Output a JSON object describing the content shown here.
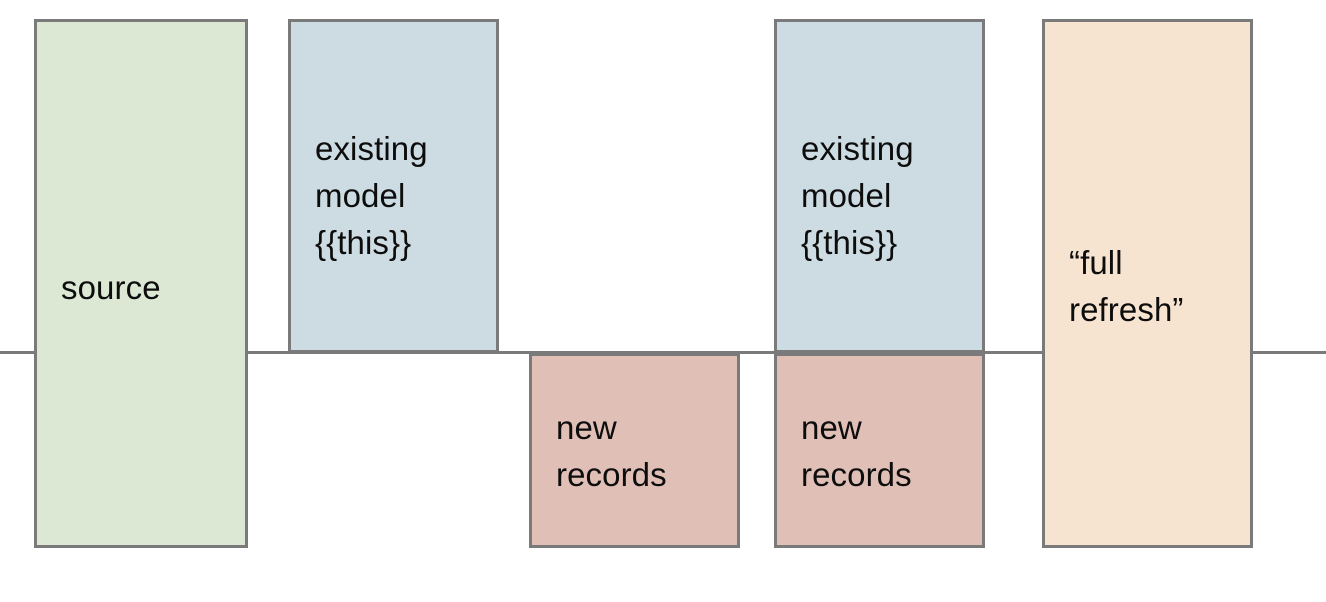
{
  "diagram": {
    "title": "incremental model full refresh diagram",
    "baseline_label": "timeline-baseline",
    "colors": {
      "source_fill": "#dce7d4",
      "existing_model_fill": "#cddce2",
      "new_records_fill": "#e0bfb6",
      "full_refresh_fill": "#f7e4d0",
      "stroke": "#7a7a7a",
      "text": "#0d0d0d",
      "background": "#ffffff"
    },
    "boxes": [
      {
        "id": "source",
        "label": "source"
      },
      {
        "id": "model_1",
        "label": "existing\nmodel\n{{this}}"
      },
      {
        "id": "new_1",
        "label": "new\nrecords"
      },
      {
        "id": "model_2",
        "label": "existing\nmodel\n{{this}}"
      },
      {
        "id": "new_2",
        "label": "new\nrecords"
      },
      {
        "id": "full_refresh",
        "label": "“full\nrefresh”"
      }
    ]
  }
}
